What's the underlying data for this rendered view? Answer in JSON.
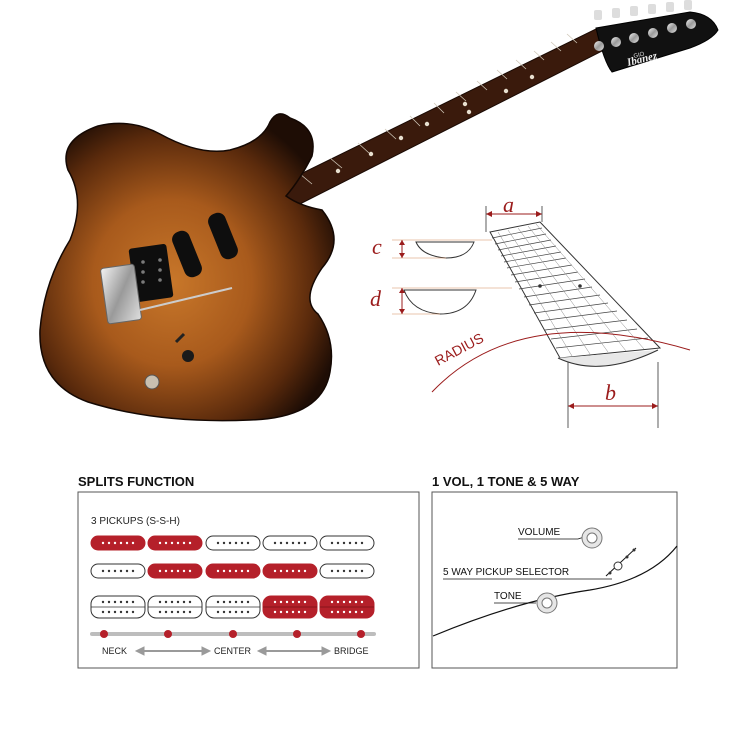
{
  "guitar": {
    "headstock_brand": "Ibanez",
    "headstock_model": "GIO"
  },
  "neck_diagram": {
    "label_a": "a",
    "label_b": "b",
    "label_c": "c",
    "label_d": "d",
    "label_radius": "RADIUS",
    "accent_color": "#9b1c1c"
  },
  "splits_panel": {
    "heading": "SPLITS FUNCTION",
    "subheading": "3 PICKUPS (S-S-H)",
    "pickup_active_color": "#b5202a",
    "selector_labels": {
      "neck": "NECK",
      "center": "CENTER",
      "bridge": "BRIDGE"
    }
  },
  "controls_panel": {
    "heading": "1 VOL, 1 TONE & 5 WAY",
    "volume_label": "VOLUME",
    "selector_label": "5 WAY PICKUP SELECTOR",
    "tone_label": "TONE"
  }
}
